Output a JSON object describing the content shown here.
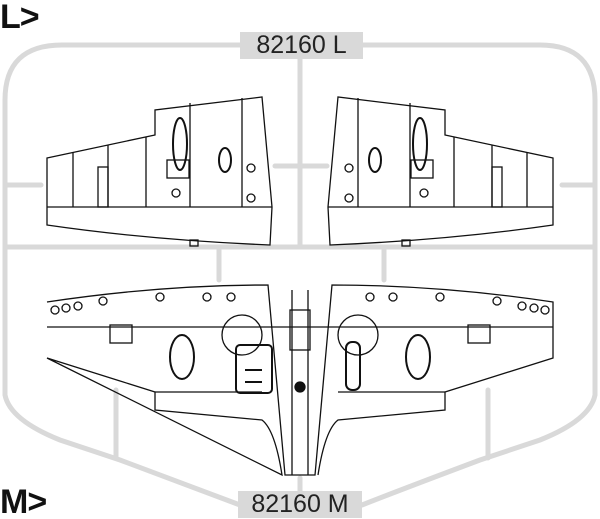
{
  "sections": {
    "upper": {
      "marker": "L>",
      "part_code": "82160 L"
    },
    "lower": {
      "marker": "M>",
      "part_code": "82160 M"
    }
  },
  "colors": {
    "sprue": "#d9d9d9",
    "line": "#111111",
    "label_bg": "#d9d9d9"
  }
}
